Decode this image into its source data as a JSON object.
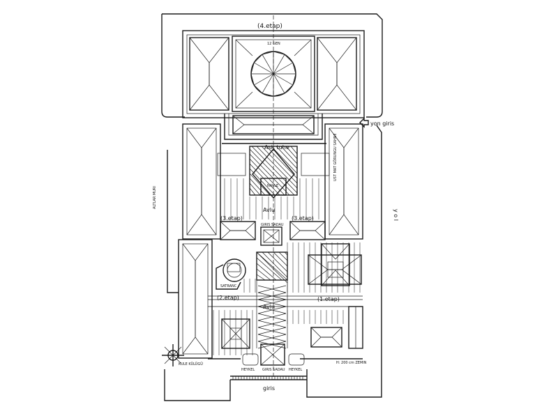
{
  "labels": {
    "top_stage": "(4.etap)",
    "dome": "12 GEN",
    "side_entry": "yon giris",
    "hall": "Asit tuhe",
    "upper_court": "Avlu",
    "fountain": "NAVLE",
    "stage3_left": "(3.etap)",
    "stage3_right": "(3.etap)",
    "fountain_lower": "GIRIS SADAU",
    "road": "y o l",
    "chess": "SATRANC",
    "stage2": "(2.etap)",
    "lower_court": "Avlu",
    "stage1": "(1.etap)",
    "entry": "giris",
    "gate_left": "HEYKEL",
    "gate_mid": "GIRIS SADAU",
    "gate_right": "HEYKEL",
    "corner_note": "KULE KÜLÜGÜ",
    "bottom_note": "H: 200 cm ZEMIN",
    "wall_note_left": "ALTLAR MURI",
    "wall_note_right": "UST MAT GÖRUNGU SAHNE",
    "colors": {
      "ink": "#1a1a1a",
      "paper": "#ffffff"
    }
  }
}
